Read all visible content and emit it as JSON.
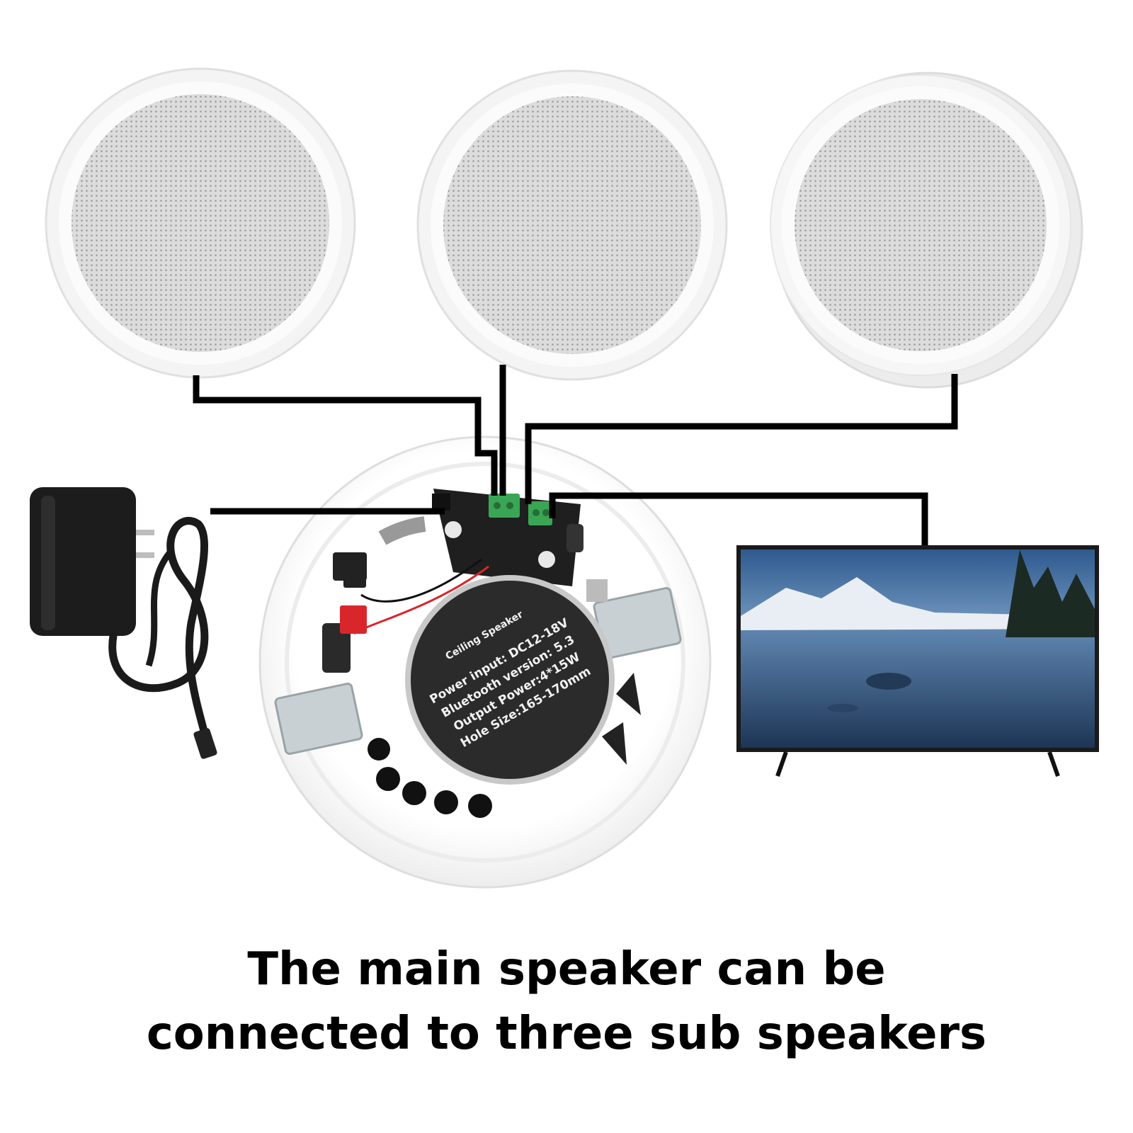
{
  "caption": {
    "line1": "The main speaker can be",
    "line2": "connected to three sub speakers"
  },
  "main_speaker_label": {
    "title": "Ceiling Speaker",
    "power_input": "Power input: DC12-18V",
    "bluetooth_version": "Bluetooth version: 5.3",
    "output_power": "Output Power:4*15W",
    "hole_size": "Hole Size:165-170mm"
  },
  "colors": {
    "wire": "#000000",
    "speaker_grille": "#d9d9d9",
    "speaker_rim": "#f3f3f3",
    "terminal_green": "#3aa655",
    "terminal_red": "#d9262b",
    "label_disc": "#2b2b2b"
  },
  "icons": [
    "sub-speaker-icon",
    "power-adapter-icon",
    "tv-icon",
    "main-speaker-icon"
  ]
}
